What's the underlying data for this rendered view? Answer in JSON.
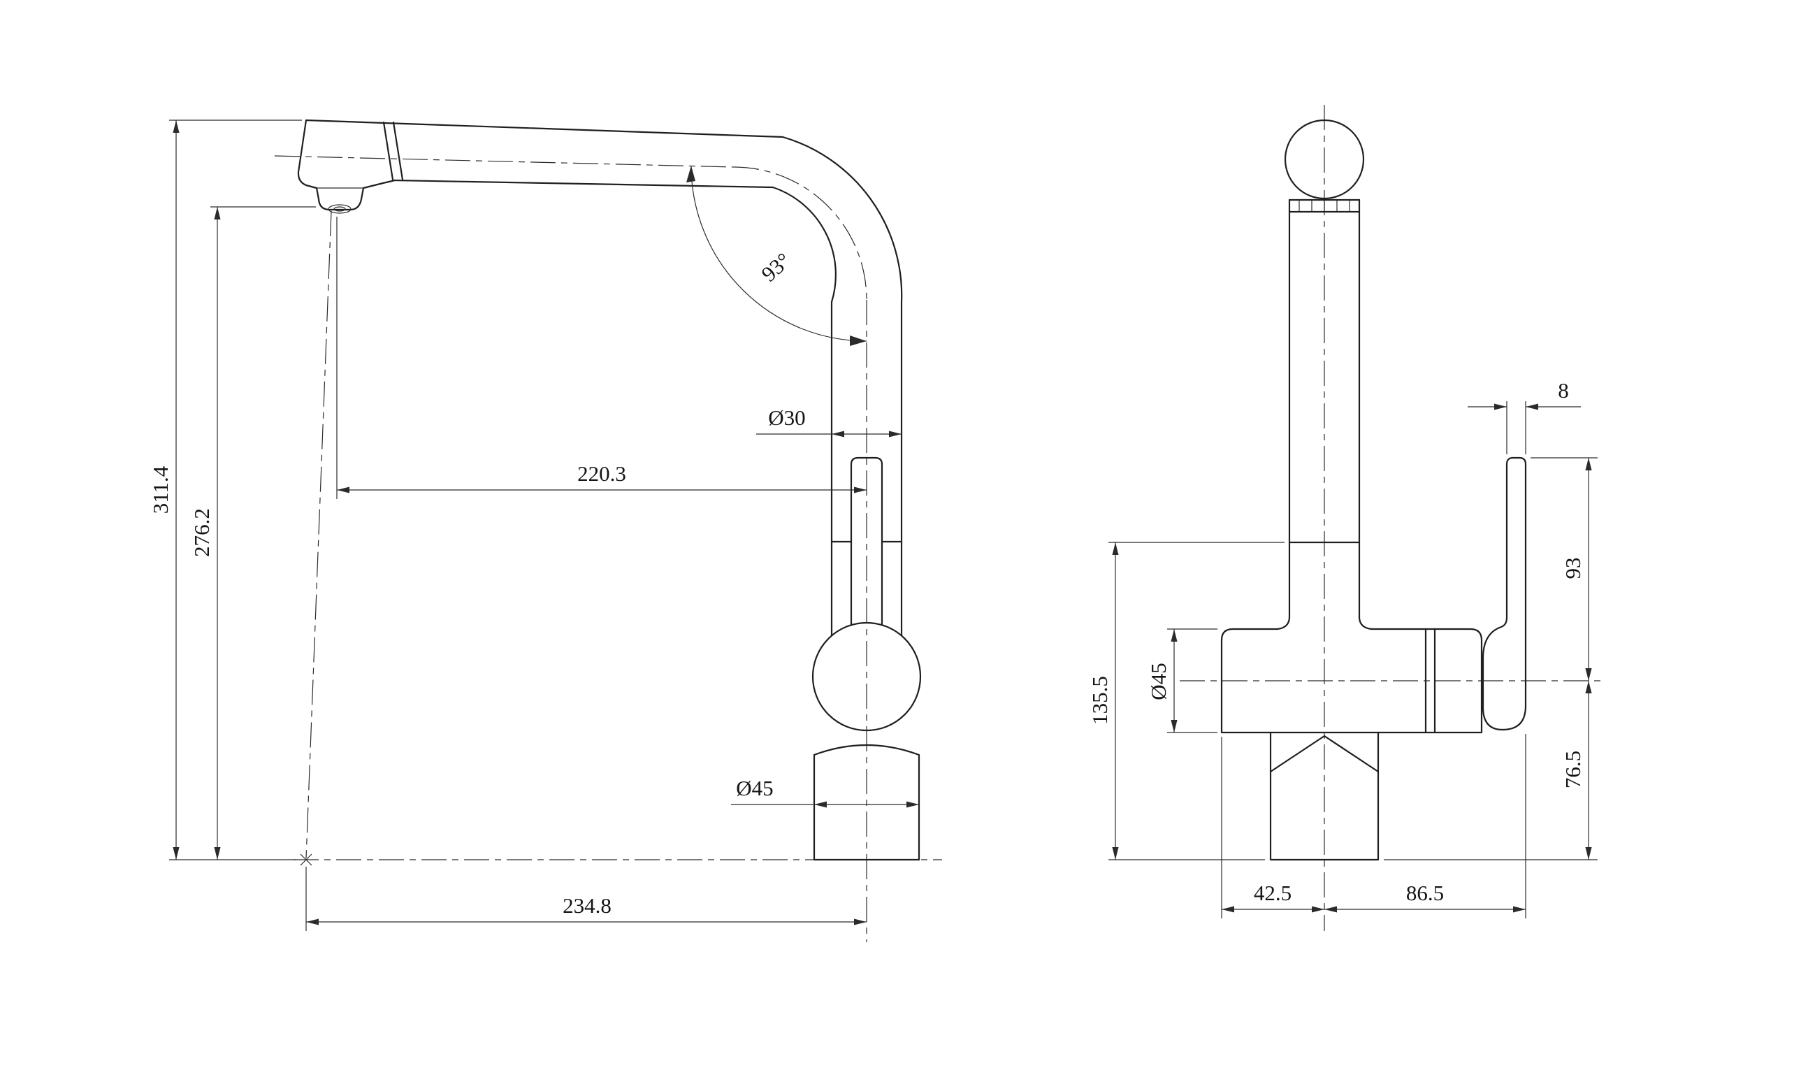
{
  "side_view": {
    "overall_height": "311.4",
    "outlet_height": "276.2",
    "reach": "220.3",
    "spout_diameter": "Ø30",
    "body_diameter": "Ø45",
    "base_reach": "234.8",
    "angle": "93°"
  },
  "front_view": {
    "handle_width": "8",
    "handle_length": "93",
    "height_to_seam": "135.5",
    "body_diameter": "Ø45",
    "axis_height": "76.5",
    "axis_to_left": "42.5",
    "axis_to_handle": "86.5"
  },
  "colors": {
    "line": "#1f1f1f",
    "dimension_line": "#2b2b2b",
    "background": "#ffffff"
  }
}
